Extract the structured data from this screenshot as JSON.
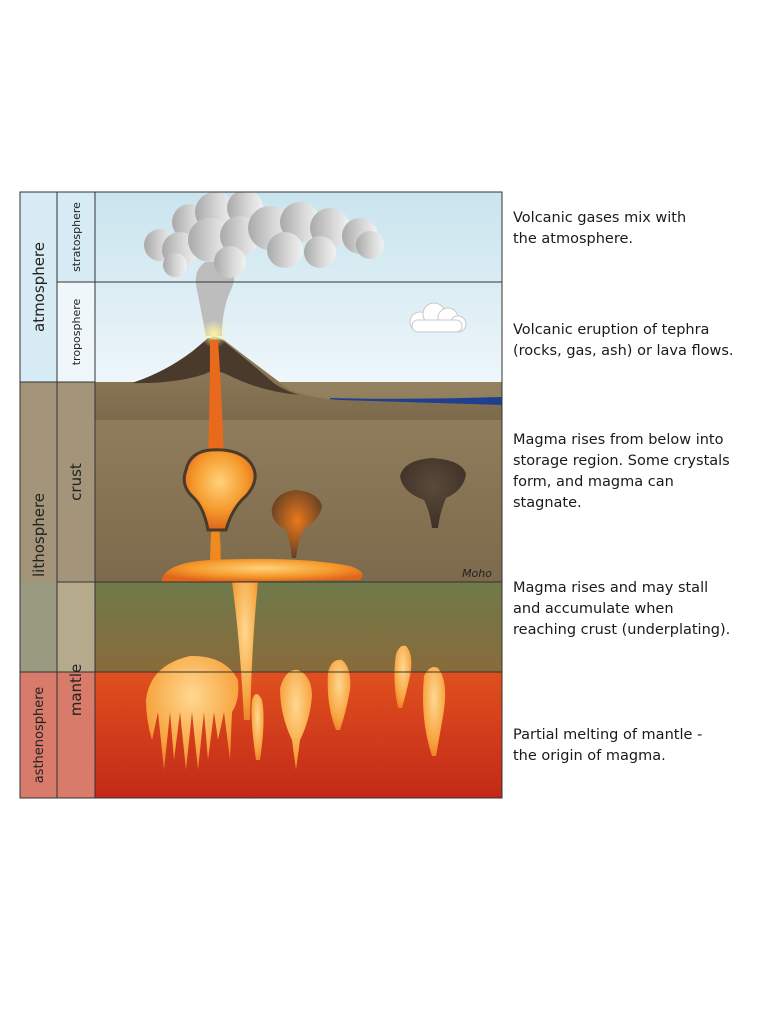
{
  "layers_outer": {
    "atmosphere": "atmosphere",
    "lithosphere": "lithosphere",
    "asthenosphere": "asthenosphere"
  },
  "layers_inner": {
    "stratosphere": "stratosphere",
    "troposphere": "troposphere",
    "crust": "crust",
    "mantle": "mantle"
  },
  "boundary_label": "Moho",
  "descriptions": [
    "Volcanic gases mix with\nthe atmosphere.",
    "Volcanic eruption of tephra\n(rocks, gas, ash) or lava flows.",
    "Magma rises from below into\nstorage region. Some crystals\nform, and magma can\nstagnate.",
    "Magma rises and may stall\nand accumulate when\nreaching crust (underplating).",
    "Partial melting of mantle -\nthe origin of magma."
  ],
  "colors": {
    "sky_top": "#cfe6ef",
    "sky_bottom": "#eef6fa",
    "crust": "#8c7a5c",
    "upper_mantle": "#7a8050",
    "asthenosphere": "#d83a1c",
    "magma": "#f08a1e",
    "ocean": "#1f3f8f"
  }
}
